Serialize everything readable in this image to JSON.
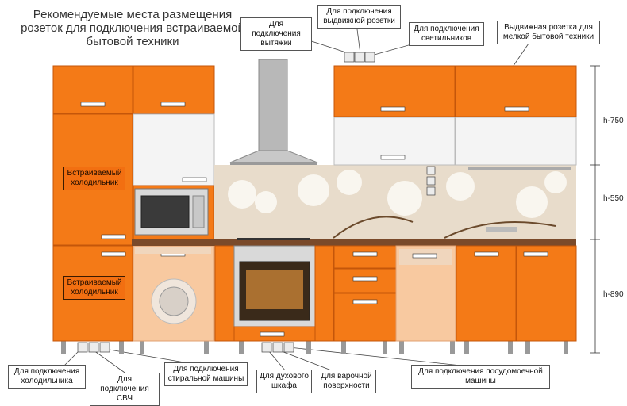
{
  "title": "Рекомендуемые места размещения розеток для подключения встраиваемой бытовой техники",
  "callouts": {
    "hood": "Для подключения вытяжки",
    "pullout_socket": "Для подключения выдвижной розетки",
    "lights": "Для подключения светильников",
    "pullout_small": "Выдвижная розетка для мелкой бытовой техники",
    "fridge": "Для подключения холодильника",
    "microwave": "Для подключения СВЧ",
    "washer": "Для подключения стиральной машины",
    "oven": "Для духового шкафа",
    "hob": "Для варочной поверхности",
    "dishwasher": "Для подключения посудомоечной машины"
  },
  "fridge_labels": {
    "upper": "Встраиваемый холодильник",
    "lower": "Встраиваемый холодильник"
  },
  "dimensions": {
    "top": "h-750",
    "middle": "h-550",
    "bottom": "h-890"
  },
  "colors": {
    "cabinet": "#f47a17",
    "cabinet_dark": "#d85f08",
    "countertop": "#7a4a2a",
    "white": "#f4f4f4",
    "backsplash": "#e8dccb"
  }
}
